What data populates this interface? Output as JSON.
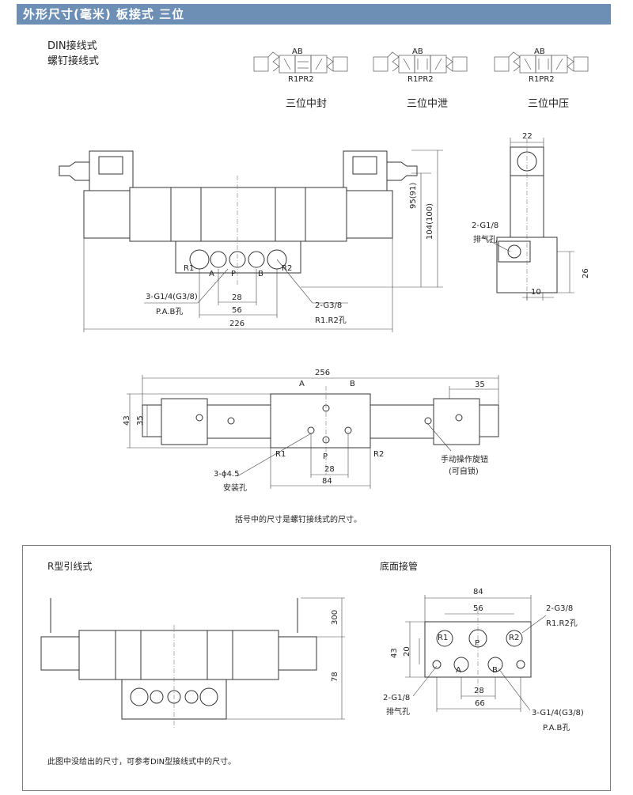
{
  "header": {
    "title": "外形尺寸(毫米)  板接式  三位"
  },
  "top": {
    "wiring_label_1": "DIN接线式",
    "wiring_label_2": "螺钉接线式",
    "symbols": [
      {
        "ab": "AB",
        "ports": "R1PR2",
        "caption": "三位中封"
      },
      {
        "ab": "AB",
        "ports": "R1PR2",
        "caption": "三位中泄"
      },
      {
        "ab": "AB",
        "ports": "R1PR2",
        "caption": "三位中压"
      }
    ]
  },
  "front_view": {
    "ports": [
      "R1",
      "A",
      "P",
      "B",
      "R2"
    ],
    "dim_28": "28",
    "dim_56": "56",
    "dim_226": "226",
    "dim_95": "95(91)",
    "dim_104": "104(100)",
    "note_pab_1": "3-G1/4(G3/8)",
    "note_pab_2": "P.A.B孔",
    "note_r_1": "2-G3/8",
    "note_r_2": "R1.R2孔"
  },
  "side_view": {
    "dim_22": "22",
    "dim_26": "26",
    "dim_10": "10",
    "exhaust_1": "2-G1/8",
    "exhaust_2": "排气孔"
  },
  "top_view": {
    "dim_256": "256",
    "dim_35_right": "35",
    "dim_43": "43",
    "dim_35_left": "35",
    "label_a": "A",
    "label_b": "B",
    "label_r1": "R1",
    "label_p": "P",
    "label_r2": "R2",
    "dim_28": "28",
    "dim_84": "84",
    "mount_1": "3-ϕ4.5",
    "mount_2": "安装孔",
    "manual_1": "手动操作旋钮",
    "manual_2": "(可自锁)"
  },
  "note_brackets": "括号中的尺寸是螺钉接线式的尺寸。",
  "r_type": {
    "title": "R型引线式",
    "dim_300": "300",
    "dim_78": "78",
    "note": "此图中没给出的尺寸，可参考DIN型接线式中的尺寸。"
  },
  "bottom_piping": {
    "title": "底面接管",
    "dim_84": "84",
    "dim_56": "56",
    "dim_43": "43",
    "dim_20": "20",
    "dim_28": "28",
    "dim_66": "66",
    "ports": {
      "r1": "R1",
      "p": "P",
      "r2": "R2",
      "a": "A",
      "b": "B"
    },
    "note_r_1": "2-G3/8",
    "note_r_2": "R1.R2孔",
    "note_ex_1": "2-G1/8",
    "note_ex_2": "排气孔",
    "note_pab_1": "3-G1/4(G3/8)",
    "note_pab_2": "P.A.B孔"
  }
}
